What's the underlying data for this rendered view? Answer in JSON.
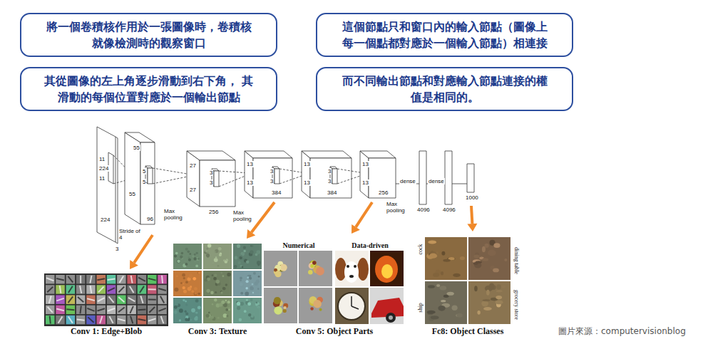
{
  "diagram": {
    "nodes": [
      {
        "text": [
          "將一個卷積核作用於一張圖像時，卷積核 就像檢測時的觀察窗口"
        ]
      },
      {
        "text": [
          "這個節點只和窗口內的輸入節點（圖像上 每一個點都對應於一個輸入節點）相連接"
        ]
      },
      {
        "text": [
          "其從圖像的左上角逐步滑動到右下角， 其 滑動的每個位置對應於一個輸出節點"
        ]
      },
      {
        "text": [
          "而不同輸出節點和對應輸入節點連接的權 值是相同的。"
        ]
      }
    ],
    "labels": [
      "11",
      "224",
      "11",
      "224",
      "3",
      "55",
      "5",
      "5",
      "55",
      "Stride of 4",
      "96",
      "Max pooling",
      "27",
      "3",
      "3",
      "27",
      "256",
      "Max pooling",
      "13",
      "3",
      "3",
      "13",
      "384",
      "13",
      "3",
      "3",
      "13",
      "384",
      "13",
      "13",
      "256",
      "Max pooling",
      "dense",
      "dense",
      "4096",
      "4096",
      "1000",
      "Conv 1: Edge+Blob",
      "Conv 3: Texture",
      "Numerical",
      "Data-driven",
      "Conv 5: Object Parts",
      "cock",
      "ship",
      "dining table",
      "grocery store",
      "Fc8: Object Classes",
      "圖片來源：computervisionblog"
    ]
  }
}
